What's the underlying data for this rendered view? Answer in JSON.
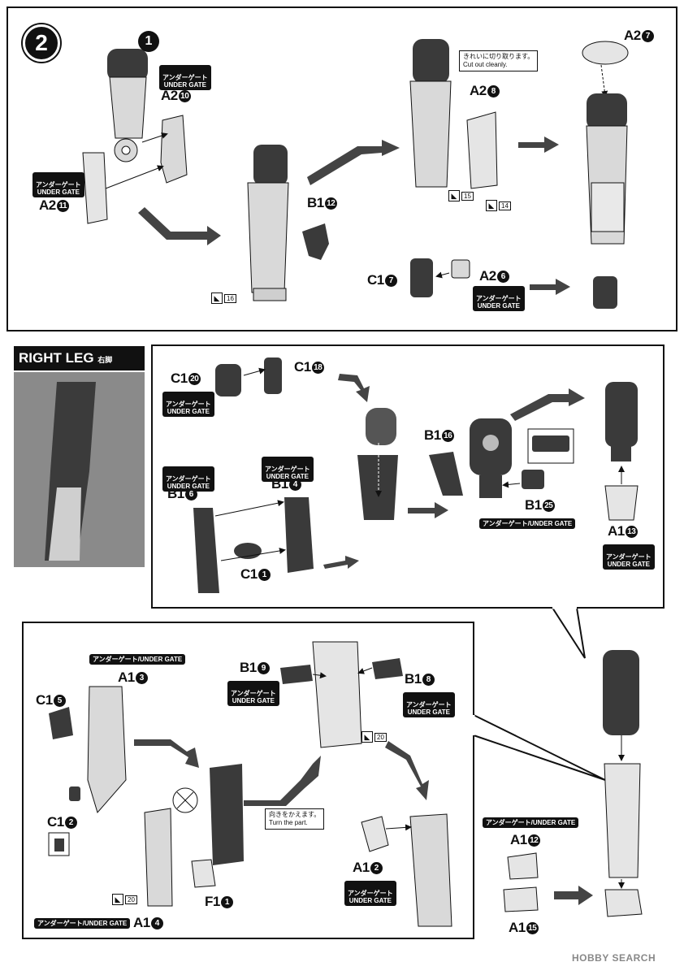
{
  "step_number": "2",
  "sub_number": "1",
  "under_gate_jp": "アンダーゲート",
  "under_gate_en": "UNDER GATE",
  "under_gate_combined": "アンダーゲート/UNDER GATE",
  "cut_note": "きれいに切り取ります。\nCut out cleanly.",
  "turn_note": "向きをかえます。\nTurn the part.",
  "section_title": "RIGHT LEG",
  "section_title_jp": "右脚",
  "parts": {
    "a2_10": {
      "code": "A2",
      "num": "10"
    },
    "a2_11": {
      "code": "A2",
      "num": "11"
    },
    "b1_12": {
      "code": "B1",
      "num": "12"
    },
    "a2_8": {
      "code": "A2",
      "num": "8"
    },
    "a2_7": {
      "code": "A2",
      "num": "7"
    },
    "c1_7": {
      "code": "C1",
      "num": "7"
    },
    "a2_6": {
      "code": "A2",
      "num": "6"
    },
    "c1_20": {
      "code": "C1",
      "num": "20"
    },
    "c1_18": {
      "code": "C1",
      "num": "18"
    },
    "b1_16": {
      "code": "B1",
      "num": "16"
    },
    "b1_6": {
      "code": "B1",
      "num": "6"
    },
    "b1_4": {
      "code": "B1",
      "num": "4"
    },
    "c1_1": {
      "code": "C1",
      "num": "1"
    },
    "b1_25": {
      "code": "B1",
      "num": "25"
    },
    "a1_13": {
      "code": "A1",
      "num": "13"
    },
    "a1_3": {
      "code": "A1",
      "num": "3"
    },
    "c1_5": {
      "code": "C1",
      "num": "5"
    },
    "c1_2": {
      "code": "C1",
      "num": "2"
    },
    "a1_4": {
      "code": "A1",
      "num": "4"
    },
    "f1_1": {
      "code": "F1",
      "num": "1"
    },
    "b1_9": {
      "code": "B1",
      "num": "9"
    },
    "b1_8": {
      "code": "B1",
      "num": "8"
    },
    "a1_2": {
      "code": "A1",
      "num": "2"
    },
    "a1_12": {
      "code": "A1",
      "num": "12"
    },
    "a1_15": {
      "code": "A1",
      "num": "15"
    }
  },
  "tool_refs": [
    "16",
    "15",
    "14",
    "20",
    "20"
  ],
  "watermark": "HOBBY SEARCH",
  "colors": {
    "dark_part": "#3a3a3a",
    "light_part": "#d9d9d9",
    "arrow": "#444444",
    "photo_bg": "#888888"
  }
}
